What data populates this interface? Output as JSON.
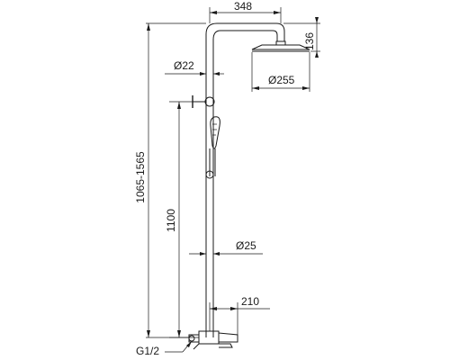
{
  "dimensions": {
    "arm_length": "348",
    "head_height": "136",
    "pipe_diameter_upper": "Ø22",
    "head_diameter": "Ø255",
    "total_height": "1065-1565",
    "slide_height": "1100",
    "pipe_diameter_lower": "Ø25",
    "spout_length": "210",
    "thread": "G1/2"
  }
}
